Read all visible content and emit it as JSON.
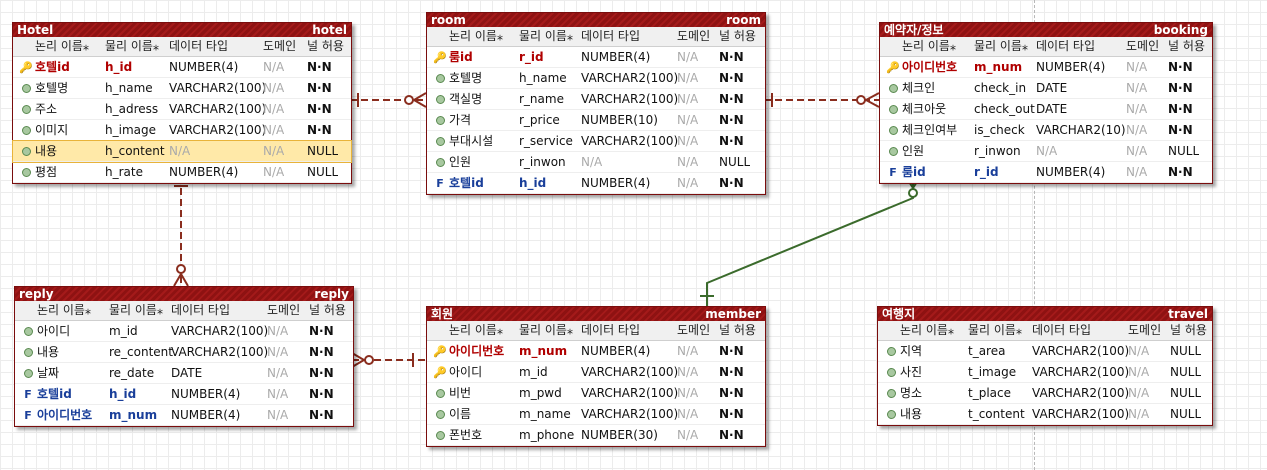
{
  "columns_header": [
    "논리 이름⁎",
    "물리 이름⁎",
    "데이터 타입",
    "도메인",
    "널 허용"
  ],
  "colors": {
    "title_bg": "#9a1414",
    "identifying": "#8a2d1e",
    "non_identifying": "#3b6b2c"
  },
  "entities": {
    "hotel": {
      "logical": "Hotel",
      "physical": "hotel",
      "rows": [
        {
          "icon": "key-icon",
          "kind": "pk",
          "logical": "호텔id",
          "physical": "h_id",
          "type": "NUMBER(4)",
          "domain": "N/A",
          "nulls": "N·N"
        },
        {
          "icon": "attribute-icon",
          "kind": "",
          "logical": "호텔명",
          "physical": "h_name",
          "type": "VARCHAR2(100)",
          "domain": "N/A",
          "nulls": "N·N"
        },
        {
          "icon": "attribute-icon",
          "kind": "",
          "logical": "주소",
          "physical": "h_adress",
          "type": "VARCHAR2(100)",
          "domain": "N/A",
          "nulls": "N·N"
        },
        {
          "icon": "attribute-icon",
          "kind": "",
          "logical": "이미지",
          "physical": "h_image",
          "type": "VARCHAR2(100)",
          "domain": "N/A",
          "nulls": "N·N"
        },
        {
          "icon": "attribute-icon",
          "kind": "sel",
          "logical": "내용",
          "physical": "h_content",
          "type": "N/A",
          "domain": "N/A",
          "nulls": "NULL"
        },
        {
          "icon": "attribute-icon",
          "kind": "",
          "logical": "평점",
          "physical": "h_rate",
          "type": "NUMBER(4)",
          "domain": "N/A",
          "nulls": "NULL"
        }
      ]
    },
    "room": {
      "logical": "room",
      "physical": "room",
      "rows": [
        {
          "icon": "key-icon",
          "kind": "pk",
          "logical": "룸id",
          "physical": "r_id",
          "type": "NUMBER(4)",
          "domain": "N/A",
          "nulls": "N·N"
        },
        {
          "icon": "attribute-icon",
          "kind": "",
          "logical": "호텔명",
          "physical": "h_name",
          "type": "VARCHAR2(100)",
          "domain": "N/A",
          "nulls": "N·N"
        },
        {
          "icon": "attribute-icon",
          "kind": "",
          "logical": "객실명",
          "physical": "r_name",
          "type": "VARCHAR2(100)",
          "domain": "N/A",
          "nulls": "N·N"
        },
        {
          "icon": "attribute-icon",
          "kind": "",
          "logical": "가격",
          "physical": "r_price",
          "type": "NUMBER(10)",
          "domain": "N/A",
          "nulls": "N·N"
        },
        {
          "icon": "attribute-icon",
          "kind": "",
          "logical": "부대시설",
          "physical": "r_service",
          "type": "VARCHAR2(100)",
          "domain": "N/A",
          "nulls": "N·N"
        },
        {
          "icon": "attribute-icon",
          "kind": "",
          "logical": "인원",
          "physical": "r_inwon",
          "type": "N/A",
          "domain": "N/A",
          "nulls": "NULL"
        },
        {
          "icon": "foreign-key-icon",
          "kind": "fk",
          "logical": "호텔id",
          "physical": "h_id",
          "type": "NUMBER(4)",
          "domain": "N/A",
          "nulls": "N·N"
        }
      ]
    },
    "booking": {
      "logical": "예약자/정보",
      "physical": "booking",
      "rows": [
        {
          "icon": "primary-foreign-key-icon",
          "kind": "pk",
          "logical": "아이디번호",
          "physical": "m_num",
          "type": "NUMBER(4)",
          "domain": "N/A",
          "nulls": "N·N"
        },
        {
          "icon": "attribute-icon",
          "kind": "",
          "logical": "체크인",
          "physical": "check_in",
          "type": "DATE",
          "domain": "N/A",
          "nulls": "N·N"
        },
        {
          "icon": "attribute-icon",
          "kind": "",
          "logical": "체크아웃",
          "physical": "check_out",
          "type": "DATE",
          "domain": "N/A",
          "nulls": "N·N"
        },
        {
          "icon": "attribute-icon",
          "kind": "",
          "logical": "체크인여부",
          "physical": "is_check",
          "type": "VARCHAR2(10)",
          "domain": "N/A",
          "nulls": "N·N"
        },
        {
          "icon": "attribute-icon",
          "kind": "",
          "logical": "인원",
          "physical": "r_inwon",
          "type": "N/A",
          "domain": "N/A",
          "nulls": "NULL"
        },
        {
          "icon": "foreign-key-icon",
          "kind": "fk",
          "logical": "룸id",
          "physical": "r_id",
          "type": "NUMBER(4)",
          "domain": "N/A",
          "nulls": "N·N"
        }
      ]
    },
    "reply": {
      "logical": "reply",
      "physical": "reply",
      "rows": [
        {
          "icon": "attribute-icon",
          "kind": "",
          "logical": "아이디",
          "physical": "m_id",
          "type": "VARCHAR2(100)",
          "domain": "N/A",
          "nulls": "N·N"
        },
        {
          "icon": "attribute-icon",
          "kind": "",
          "logical": "내용",
          "physical": "re_content",
          "type": "VARCHAR2(100)",
          "domain": "N/A",
          "nulls": "N·N"
        },
        {
          "icon": "attribute-icon",
          "kind": "",
          "logical": "날짜",
          "physical": "re_date",
          "type": "DATE",
          "domain": "N/A",
          "nulls": "N·N"
        },
        {
          "icon": "foreign-key-icon",
          "kind": "fk",
          "logical": "호텔id",
          "physical": "h_id",
          "type": "NUMBER(4)",
          "domain": "N/A",
          "nulls": "N·N"
        },
        {
          "icon": "foreign-key-icon",
          "kind": "fk",
          "logical": "아이디번호",
          "physical": "m_num",
          "type": "NUMBER(4)",
          "domain": "N/A",
          "nulls": "N·N"
        }
      ]
    },
    "member": {
      "logical": "회원",
      "physical": "member",
      "rows": [
        {
          "icon": "key-icon",
          "kind": "pk",
          "logical": "아이디번호",
          "physical": "m_num",
          "type": "NUMBER(4)",
          "domain": "N/A",
          "nulls": "N·N"
        },
        {
          "icon": "alternate-key-icon",
          "kind": "",
          "logical": "아이디",
          "physical": "m_id",
          "type": "VARCHAR2(100)",
          "domain": "N/A",
          "nulls": "N·N"
        },
        {
          "icon": "attribute-icon",
          "kind": "",
          "logical": "비번",
          "physical": "m_pwd",
          "type": "VARCHAR2(100)",
          "domain": "N/A",
          "nulls": "N·N"
        },
        {
          "icon": "attribute-icon",
          "kind": "",
          "logical": "이름",
          "physical": "m_name",
          "type": "VARCHAR2(100)",
          "domain": "N/A",
          "nulls": "N·N"
        },
        {
          "icon": "attribute-icon",
          "kind": "",
          "logical": "폰번호",
          "physical": "m_phone",
          "type": "NUMBER(30)",
          "domain": "N/A",
          "nulls": "N·N"
        }
      ]
    },
    "travel": {
      "logical": "여행지",
      "physical": "travel",
      "rows": [
        {
          "icon": "attribute-icon",
          "kind": "",
          "logical": "지역",
          "physical": "t_area",
          "type": "VARCHAR2(100)",
          "domain": "N/A",
          "nulls": "NULL"
        },
        {
          "icon": "attribute-icon",
          "kind": "",
          "logical": "사진",
          "physical": "t_image",
          "type": "VARCHAR2(100)",
          "domain": "N/A",
          "nulls": "NULL"
        },
        {
          "icon": "attribute-icon",
          "kind": "",
          "logical": "명소",
          "physical": "t_place",
          "type": "VARCHAR2(100)",
          "domain": "N/A",
          "nulls": "NULL"
        },
        {
          "icon": "attribute-icon",
          "kind": "",
          "logical": "내용",
          "physical": "t_content",
          "type": "VARCHAR2(100)",
          "domain": "N/A",
          "nulls": "NULL"
        }
      ]
    }
  }
}
